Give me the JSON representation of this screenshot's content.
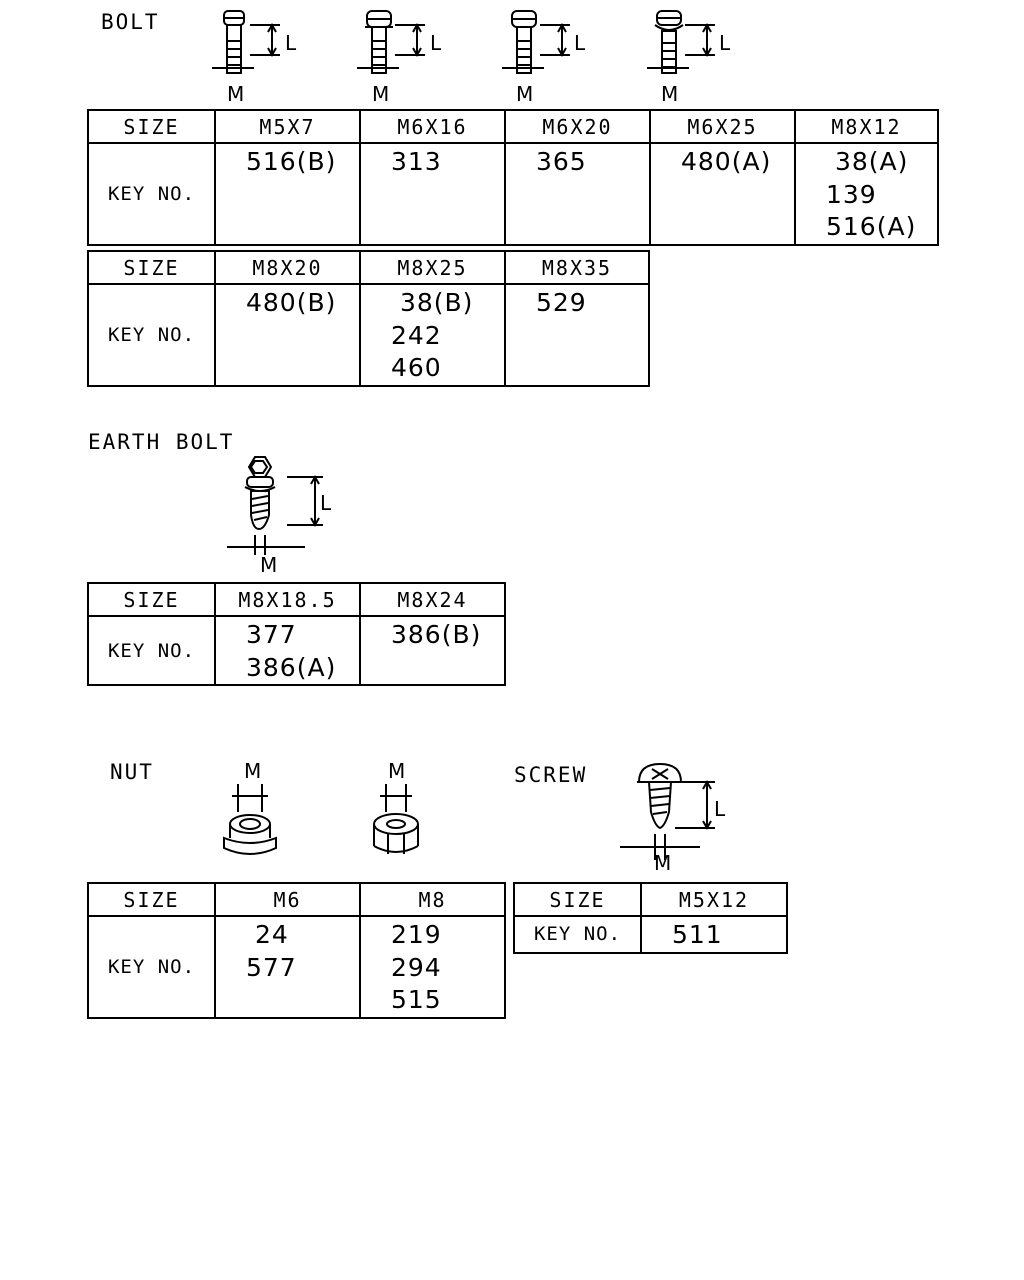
{
  "bolt": {
    "title": "BOLT",
    "dim_l": "L",
    "dim_m": "M",
    "table1": {
      "size_label": "SIZE",
      "key_label": "KEY NO.",
      "sizes": [
        "M5X7",
        "M6X16",
        "M6X20",
        "M6X25",
        "M8X12"
      ],
      "keys": [
        [
          "516(B)"
        ],
        [
          "313"
        ],
        [
          "365"
        ],
        [
          "480(A)"
        ],
        [
          " 38(A)",
          "139",
          "516(A)"
        ]
      ]
    },
    "table2": {
      "size_label": "SIZE",
      "key_label": "KEY NO.",
      "sizes": [
        "M8X20",
        "M8X25",
        "M8X35"
      ],
      "keys": [
        [
          "480(B)"
        ],
        [
          " 38(B)",
          "242",
          "460"
        ],
        [
          "529"
        ]
      ]
    }
  },
  "earth_bolt": {
    "title": "EARTH BOLT",
    "dim_l": "L",
    "dim_m": "M",
    "table": {
      "size_label": "SIZE",
      "key_label": "KEY NO.",
      "sizes": [
        "M8X18.5",
        "M8X24"
      ],
      "keys": [
        [
          "377",
          "386(A)"
        ],
        [
          "386(B)"
        ]
      ]
    }
  },
  "nut": {
    "title": "NUT",
    "dim_m": "M",
    "table": {
      "size_label": "SIZE",
      "key_label": "KEY NO.",
      "sizes": [
        "M6",
        "M8"
      ],
      "keys": [
        [
          " 24",
          "577"
        ],
        [
          "219",
          "294",
          "515"
        ]
      ]
    }
  },
  "screw": {
    "title": "SCREW",
    "dim_l": "L",
    "dim_m": "M",
    "table": {
      "size_label": "SIZE",
      "key_label": "KEY NO.",
      "sizes": [
        "M5X12"
      ],
      "keys": [
        [
          "511"
        ]
      ]
    }
  }
}
